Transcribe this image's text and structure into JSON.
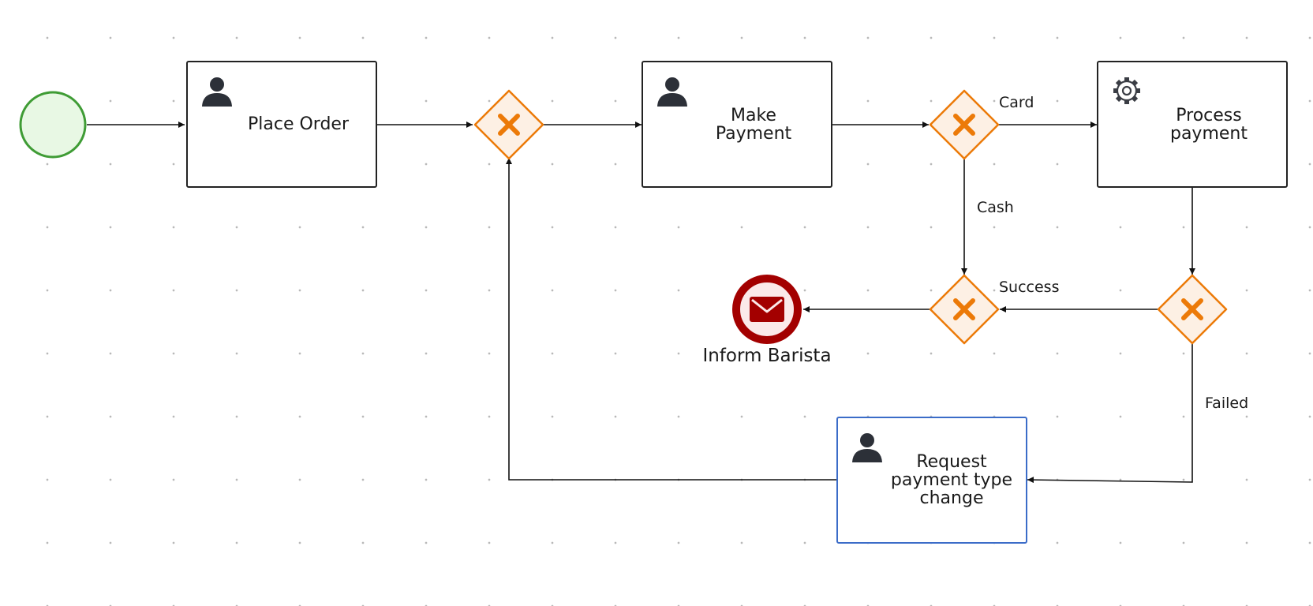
{
  "start_event": {},
  "tasks": {
    "place_order": {
      "label": "Place Order",
      "icon": "user-icon"
    },
    "make_payment": {
      "label": "Make Payment",
      "icon": "user-icon"
    },
    "process_payment": {
      "label": "Process payment",
      "icon": "gear-icon"
    },
    "request_change": {
      "label": "Request payment type change",
      "icon": "user-icon"
    }
  },
  "gateways": {
    "icon": "exclusive-x-icon",
    "color": "#ec7a08"
  },
  "end_event": {
    "label": "Inform Barista",
    "icon": "envelope-icon",
    "color": "#a30000"
  },
  "flow_labels": {
    "card": "Card",
    "cash": "Cash",
    "success": "Success",
    "failed": "Failed"
  }
}
